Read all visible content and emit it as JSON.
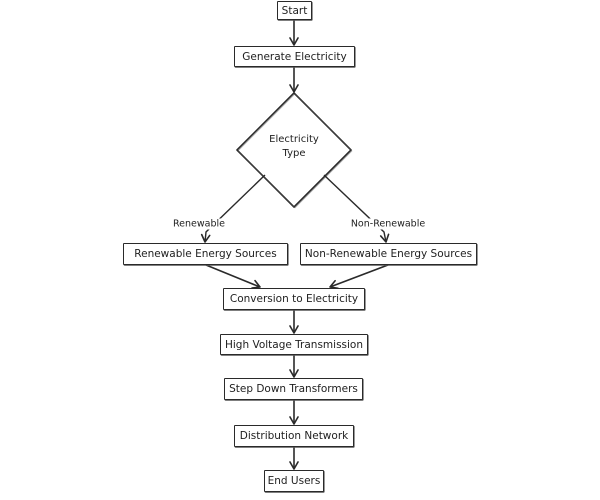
{
  "diagram": {
    "nodes": {
      "start": "Start",
      "generate": "Generate Electricity",
      "decision": "Electricity\nType",
      "renewable_sources": "Renewable Energy Sources",
      "nonrenewable_sources": "Non-Renewable Energy Sources",
      "conversion": "Conversion to Electricity",
      "high_voltage": "High Voltage Transmission",
      "step_down": "Step Down Transformers",
      "distribution": "Distribution Network",
      "end": "End Users"
    },
    "edge_labels": {
      "renewable": "Renewable",
      "nonrenewable": "Non-Renewable"
    },
    "edges": [
      [
        "start",
        "generate"
      ],
      [
        "generate",
        "decision"
      ],
      [
        "decision",
        "renewable_sources"
      ],
      [
        "decision",
        "nonrenewable_sources"
      ],
      [
        "renewable_sources",
        "conversion"
      ],
      [
        "nonrenewable_sources",
        "conversion"
      ],
      [
        "conversion",
        "high_voltage"
      ],
      [
        "high_voltage",
        "step_down"
      ],
      [
        "step_down",
        "distribution"
      ],
      [
        "distribution",
        "end"
      ]
    ]
  }
}
